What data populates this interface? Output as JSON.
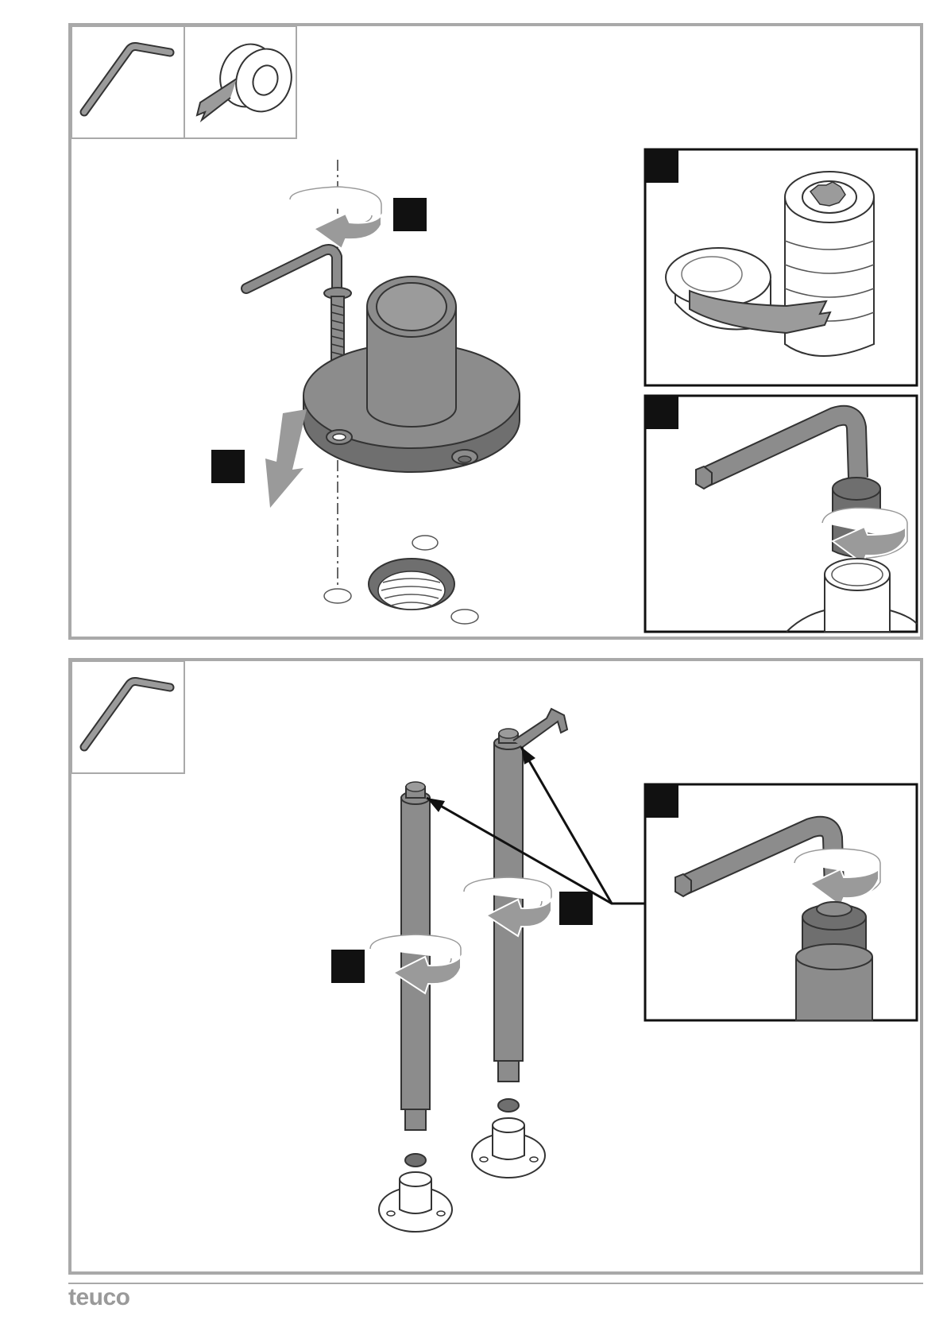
{
  "brand": {
    "name": "teuco"
  },
  "colors": {
    "frame": "#a9a9a9",
    "part": "#8c8c8c",
    "part_dark": "#6f6f6f",
    "arrow": "#9a9a9a",
    "ink": "#111111"
  },
  "panel_1": {
    "tools": [
      "hex-key",
      "ptfe-tape"
    ],
    "step_markers": 4,
    "detail_insets": 2
  },
  "panel_2": {
    "tools": [
      "hex-key"
    ],
    "step_markers": 3,
    "detail_insets": 1
  }
}
